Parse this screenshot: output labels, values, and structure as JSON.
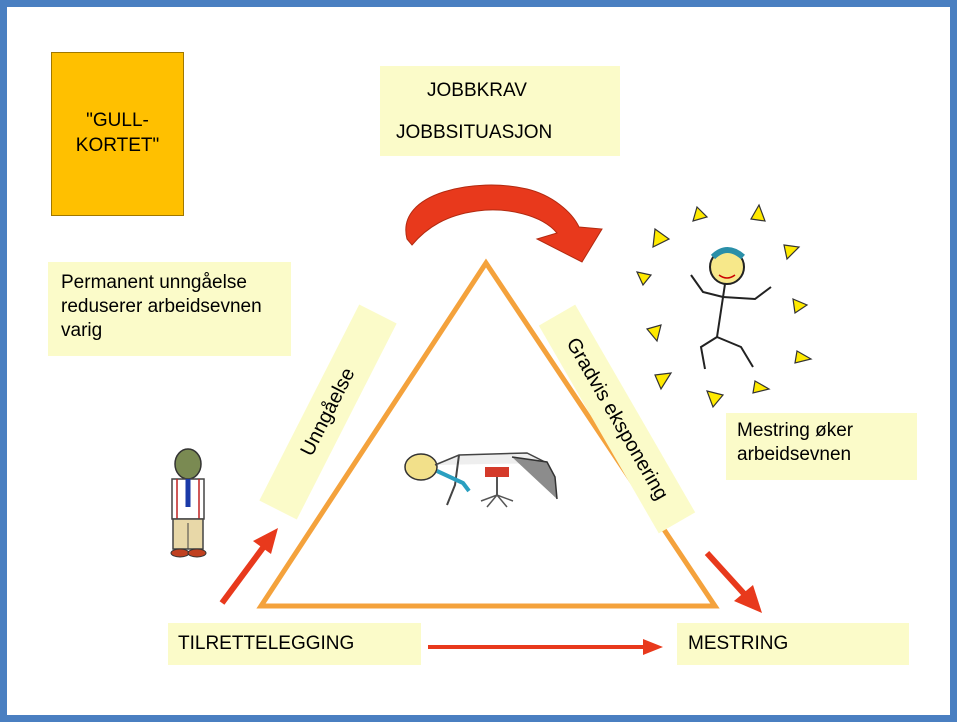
{
  "gold_card": {
    "label": "\"GULL-KORTET\""
  },
  "job": {
    "line1": "JOBBKRAV",
    "line2": "JOBBSITUASJON"
  },
  "avoidance_note": "Permanent unngåelse reduserer arbeidsevnen varig",
  "mastery_note": "Mestring øker arbeidsevnen",
  "side_left": "Unngåelse",
  "side_right": "Gradvis eksponering",
  "bottom_left": "TILRETTELEGGING",
  "bottom_right": "MESTRING",
  "colors": {
    "frame": "#4a7fc1",
    "note_bg": "#fbfbc9",
    "gold": "#ffc000",
    "triangle": "#f4a23c",
    "arrow": "#e8391c"
  }
}
